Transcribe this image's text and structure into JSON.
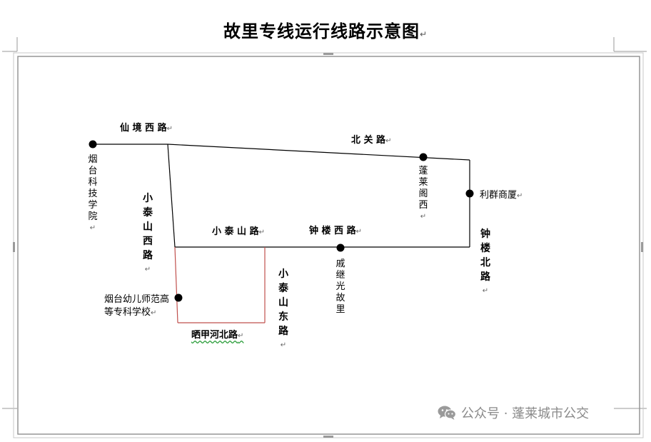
{
  "title": "故里专线运行线路示意图",
  "para_mark": "↵",
  "roads": {
    "xianjing_west": "仙 境 西 路",
    "beiguan": "北 关 路",
    "xiaotaishan": "小 泰 山 路",
    "zhonglou_west": "钟 楼 西 路",
    "xiaotaishan_west": "小泰山西路",
    "xiaotaishan_east": "小泰山东路",
    "zhonglou_north": "钟楼北路",
    "shaijiahe_north": "晒甲河北路"
  },
  "stations": {
    "yantai_tech": "烟台科技学院",
    "penglai_ge_west": "蓬莱阁西",
    "liqun_building": "利群商厦",
    "qijiguang": "戚继光故里",
    "preschool_line1": "烟台幼儿师范高",
    "preschool_line2": "等专科学校"
  },
  "watermark": "公众号 · 蓬莱城市公交",
  "colors": {
    "route_black": "#000000",
    "route_red": "#c0504d",
    "watermark": "#8a8a8a"
  },
  "icons": {
    "watermark": "wechat-icon"
  }
}
